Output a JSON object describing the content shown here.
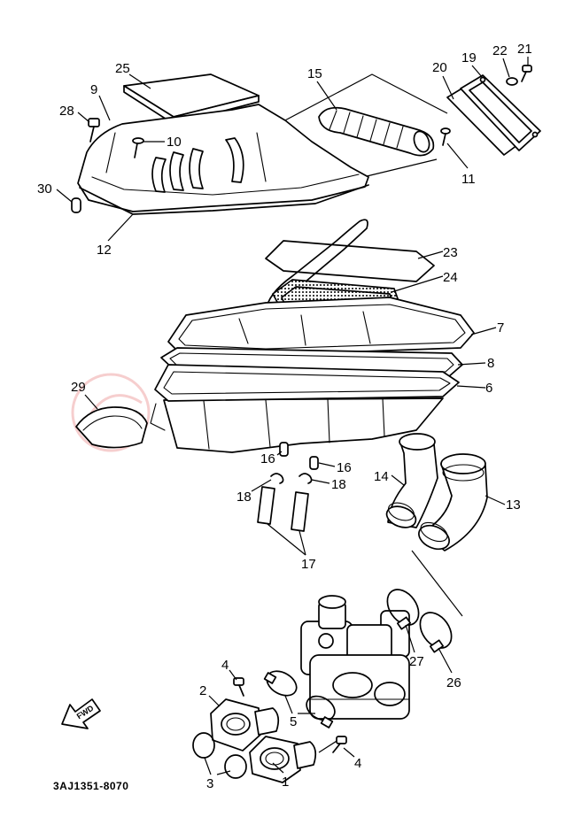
{
  "diagram": {
    "callouts": [
      "25",
      "9",
      "28",
      "10",
      "30",
      "12",
      "15",
      "20",
      "19",
      "22",
      "21",
      "11",
      "23",
      "24",
      "7",
      "8",
      "6",
      "29",
      "16",
      "16",
      "18",
      "18",
      "17",
      "14",
      "13",
      "27",
      "26",
      "4",
      "2",
      "5",
      "4",
      "3",
      "1"
    ],
    "fwd_label": "FWD",
    "code": "3AJ1351-8070"
  },
  "colors": {
    "line": "#000000",
    "watermark": "#e57373",
    "background": "#ffffff"
  }
}
